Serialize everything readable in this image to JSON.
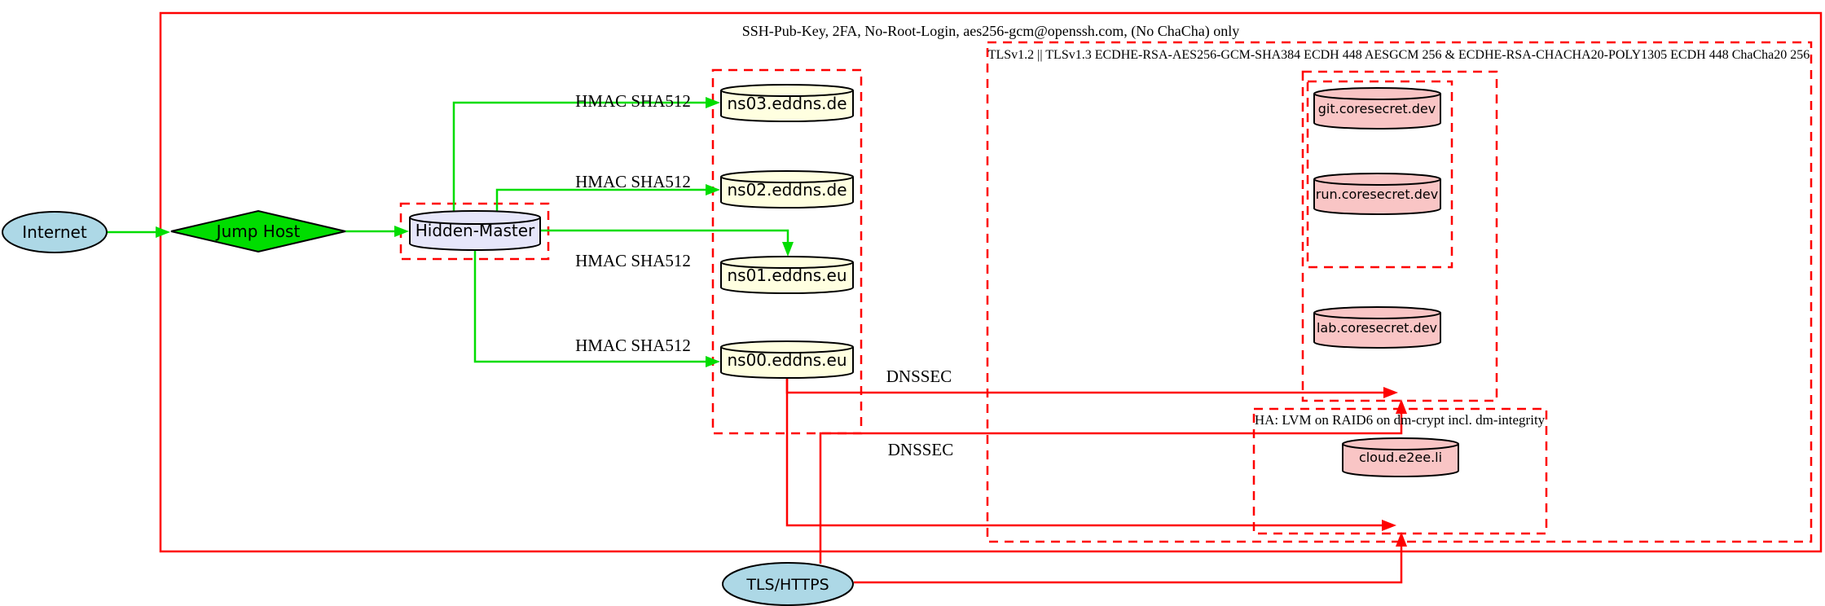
{
  "diagram": {
    "clusters": {
      "ssh": {
        "label": "SSH-Pub-Key, 2FA, No-Root-Login, aes256-gcm@openssh.com, (No ChaCha) only"
      },
      "tls": {
        "label": "TLSv1.2 || TLSv1.3 ECDHE-RSA-AES256-GCM-SHA384 ECDH 448 AESGCM 256 & ECDHE-RSA-CHACHA20-POLY1305 ECDH 448 ChaCha20 256"
      },
      "ha": {
        "label": "HA: LVM on RAID6 on dm-crypt incl. dm-integrity"
      }
    },
    "nodes": {
      "internet": {
        "label": "Internet"
      },
      "jump_host": {
        "label": "Jump Host"
      },
      "hidden_master": {
        "label": "Hidden-Master"
      },
      "ns03": {
        "label": "ns03.eddns.de"
      },
      "ns02": {
        "label": "ns02.eddns.de"
      },
      "ns01": {
        "label": "ns01.eddns.eu"
      },
      "ns00": {
        "label": "ns00.eddns.eu"
      },
      "git": {
        "label": "git.coresecret.dev"
      },
      "run": {
        "label": "run.coresecret.dev"
      },
      "lab": {
        "label": "lab.coresecret.dev"
      },
      "cloud": {
        "label": "cloud.e2ee.li"
      },
      "tls_https": {
        "label": "TLS/HTTPS"
      }
    },
    "edge_labels": {
      "hmac1": "HMAC SHA512",
      "hmac2": "HMAC SHA512",
      "hmac3": "HMAC SHA512",
      "hmac4": "HMAC SHA512",
      "dnssec1": "DNSSEC",
      "dnssec2": "DNSSEC"
    },
    "colors": {
      "red": "#fe0000",
      "green": "#00dd00",
      "lightblue": "#add8e6",
      "lavender": "#e6e6fa",
      "lightyellow": "#ffffe0",
      "pink": "#f9c5c5",
      "black": "#000000"
    }
  }
}
